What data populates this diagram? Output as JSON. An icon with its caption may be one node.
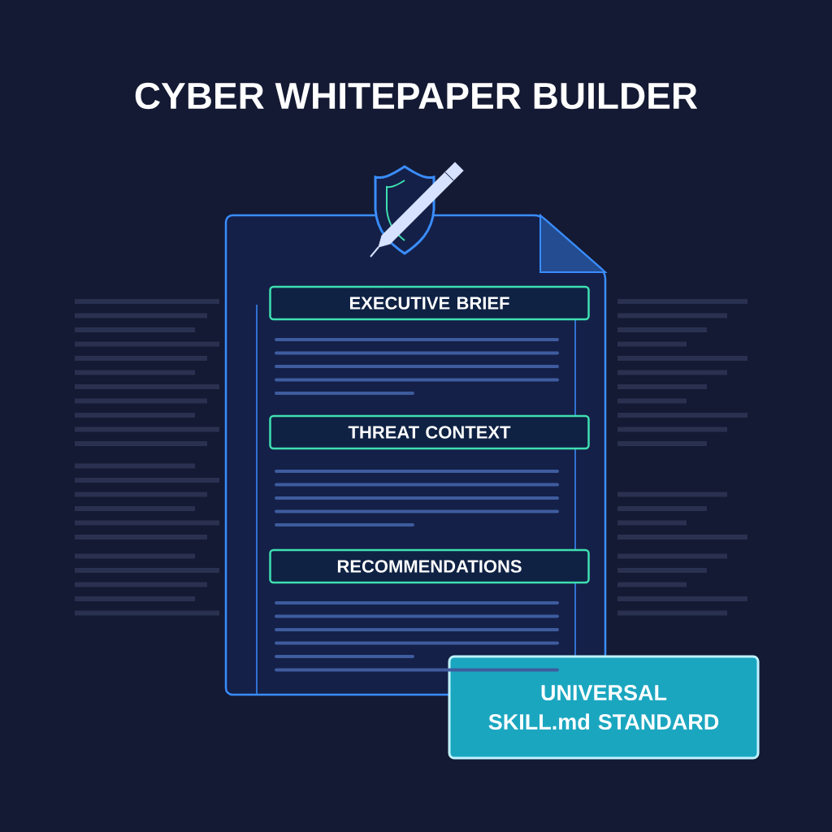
{
  "diagram": {
    "title": "CYBER WHITEPAPER BUILDER",
    "nodes": [
      {
        "text": [],
        "shape": "document"
      },
      {
        "text": [
          "EXECUTIVE BRIEF"
        ],
        "in": 0
      },
      {
        "text": [
          "THREAT CONTEXT"
        ],
        "in": 0
      },
      {
        "text": [
          "RECOMMENDATIONS"
        ],
        "in": 0
      },
      {
        "text": [
          "UNIVERSAL SKILL.md STANDARD"
        ]
      }
    ],
    "edges": []
  }
}
